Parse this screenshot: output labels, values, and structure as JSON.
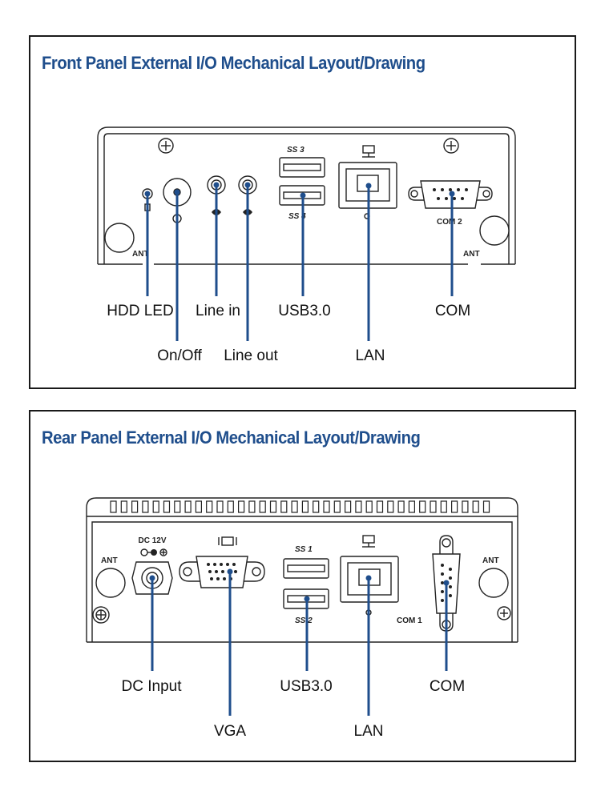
{
  "front": {
    "title": "Front Panel External I/O Mechanical Layout/Drawing",
    "labels": {
      "hdd_led": "HDD LED",
      "on_off": "On/Off",
      "line_in": "Line in",
      "line_out": "Line out",
      "usb": "USB3.0",
      "lan": "LAN",
      "com": "COM"
    },
    "port_text": {
      "usb_top": "SS 3",
      "usb_bottom": "SS 4",
      "com_port": "COM 2",
      "ant_left": "ANT",
      "ant_right": "ANT"
    }
  },
  "rear": {
    "title": "Rear Panel External I/O Mechanical Layout/Drawing",
    "labels": {
      "dc_input": "DC Input",
      "vga": "VGA",
      "usb": "USB3.0",
      "lan": "LAN",
      "com": "COM"
    },
    "port_text": {
      "dc_rating": "DC 12V",
      "usb_top": "SS 1",
      "usb_bottom": "SS 2",
      "com_port": "COM 1",
      "ant_left": "ANT",
      "ant_right": "ANT"
    }
  }
}
